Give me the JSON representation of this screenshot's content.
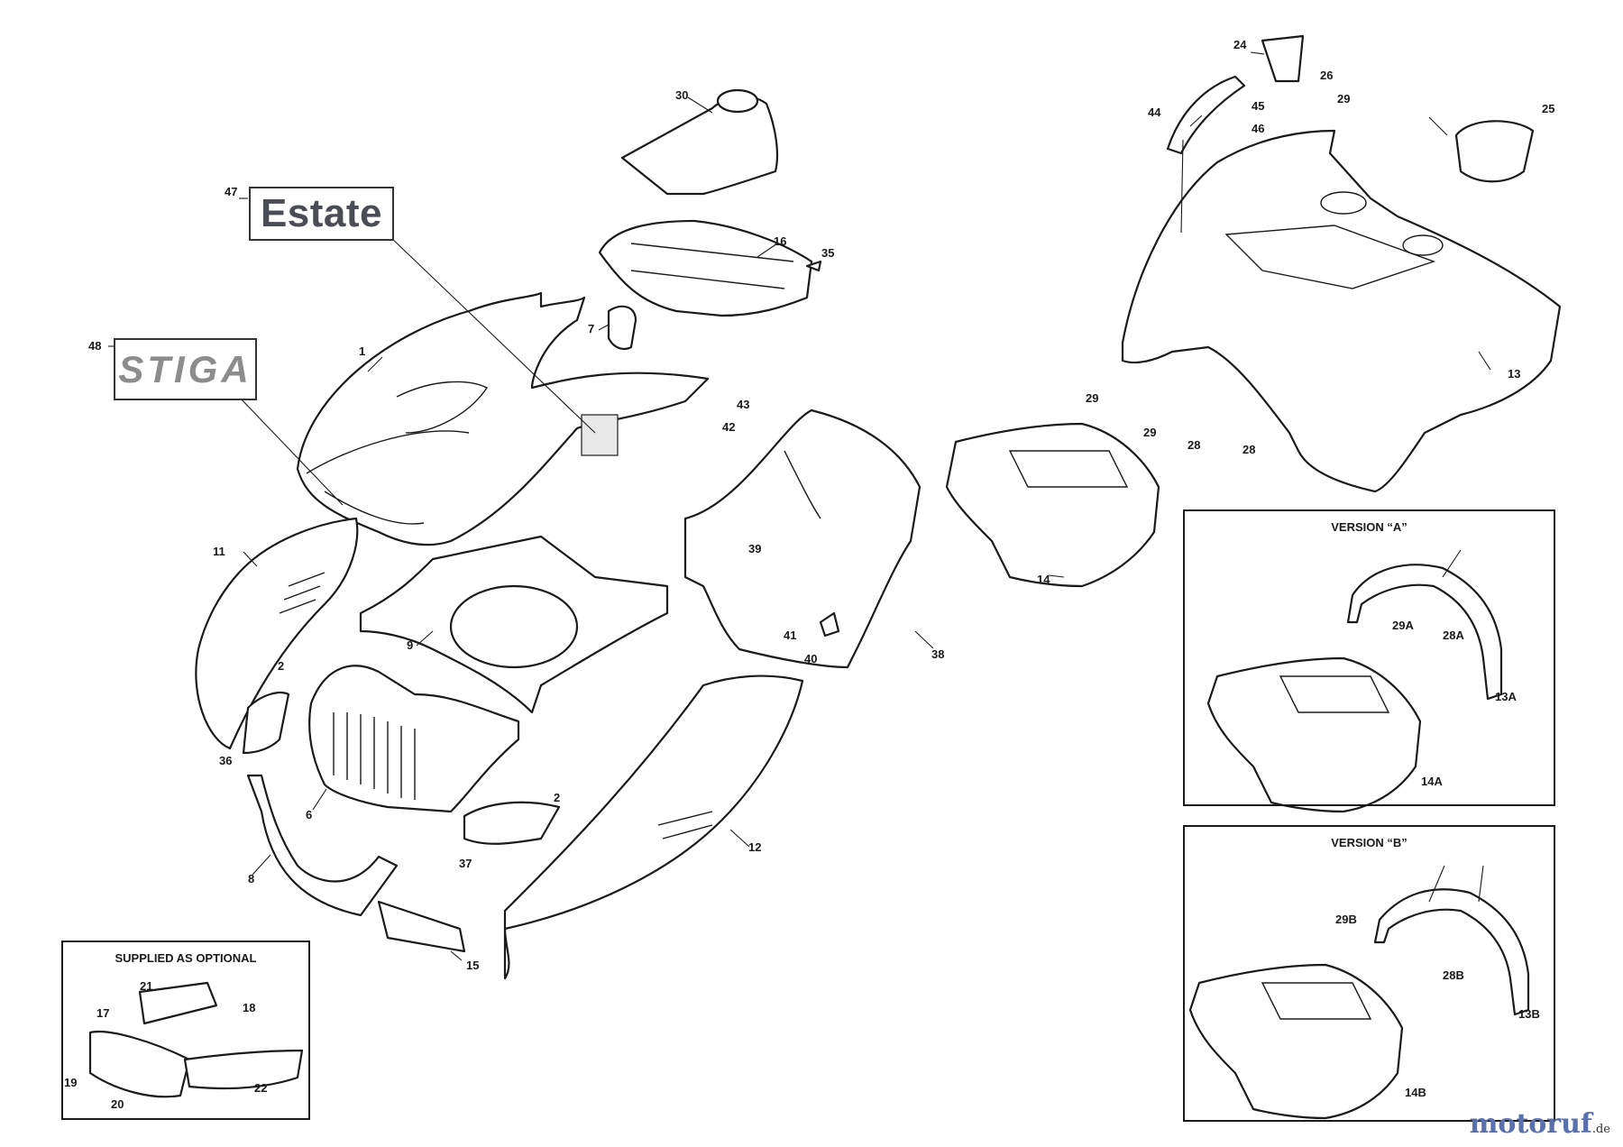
{
  "labels": {
    "estate": "Estate",
    "stiga": "STIGA"
  },
  "boxes": {
    "version_a": "VERSION “A”",
    "version_b": "VERSION “B”",
    "optional": "SUPPLIED AS OPTIONAL"
  },
  "callouts": {
    "c1": "1",
    "c2a": "2",
    "c2b": "2",
    "c6": "6",
    "c7": "7",
    "c8": "8",
    "c9": "9",
    "c11": "11",
    "c12": "12",
    "c13": "13",
    "c14": "14",
    "c15": "15",
    "c16": "16",
    "c17": "17",
    "c18": "18",
    "c19": "19",
    "c20": "20",
    "c21": "21",
    "c22": "22",
    "c24": "24",
    "c25": "25",
    "c26": "26",
    "c28a": "28",
    "c28b": "28",
    "c29a": "29",
    "c29b": "29",
    "c29c": "29",
    "c30": "30",
    "c35": "35",
    "c36": "36",
    "c37": "37",
    "c38": "38",
    "c39": "39",
    "c40": "40",
    "c41": "41",
    "c42": "42",
    "c43": "43",
    "c44": "44",
    "c45": "45",
    "c46": "46",
    "c47": "47",
    "c48": "48",
    "c13A": "13A",
    "c14A": "14A",
    "c28A": "28A",
    "c29A": "29A",
    "c13B": "13B",
    "c14B": "14B",
    "c28B": "28B",
    "c29B": "29B"
  },
  "watermark": {
    "brand": "motoruf",
    "suffix": ".de"
  }
}
